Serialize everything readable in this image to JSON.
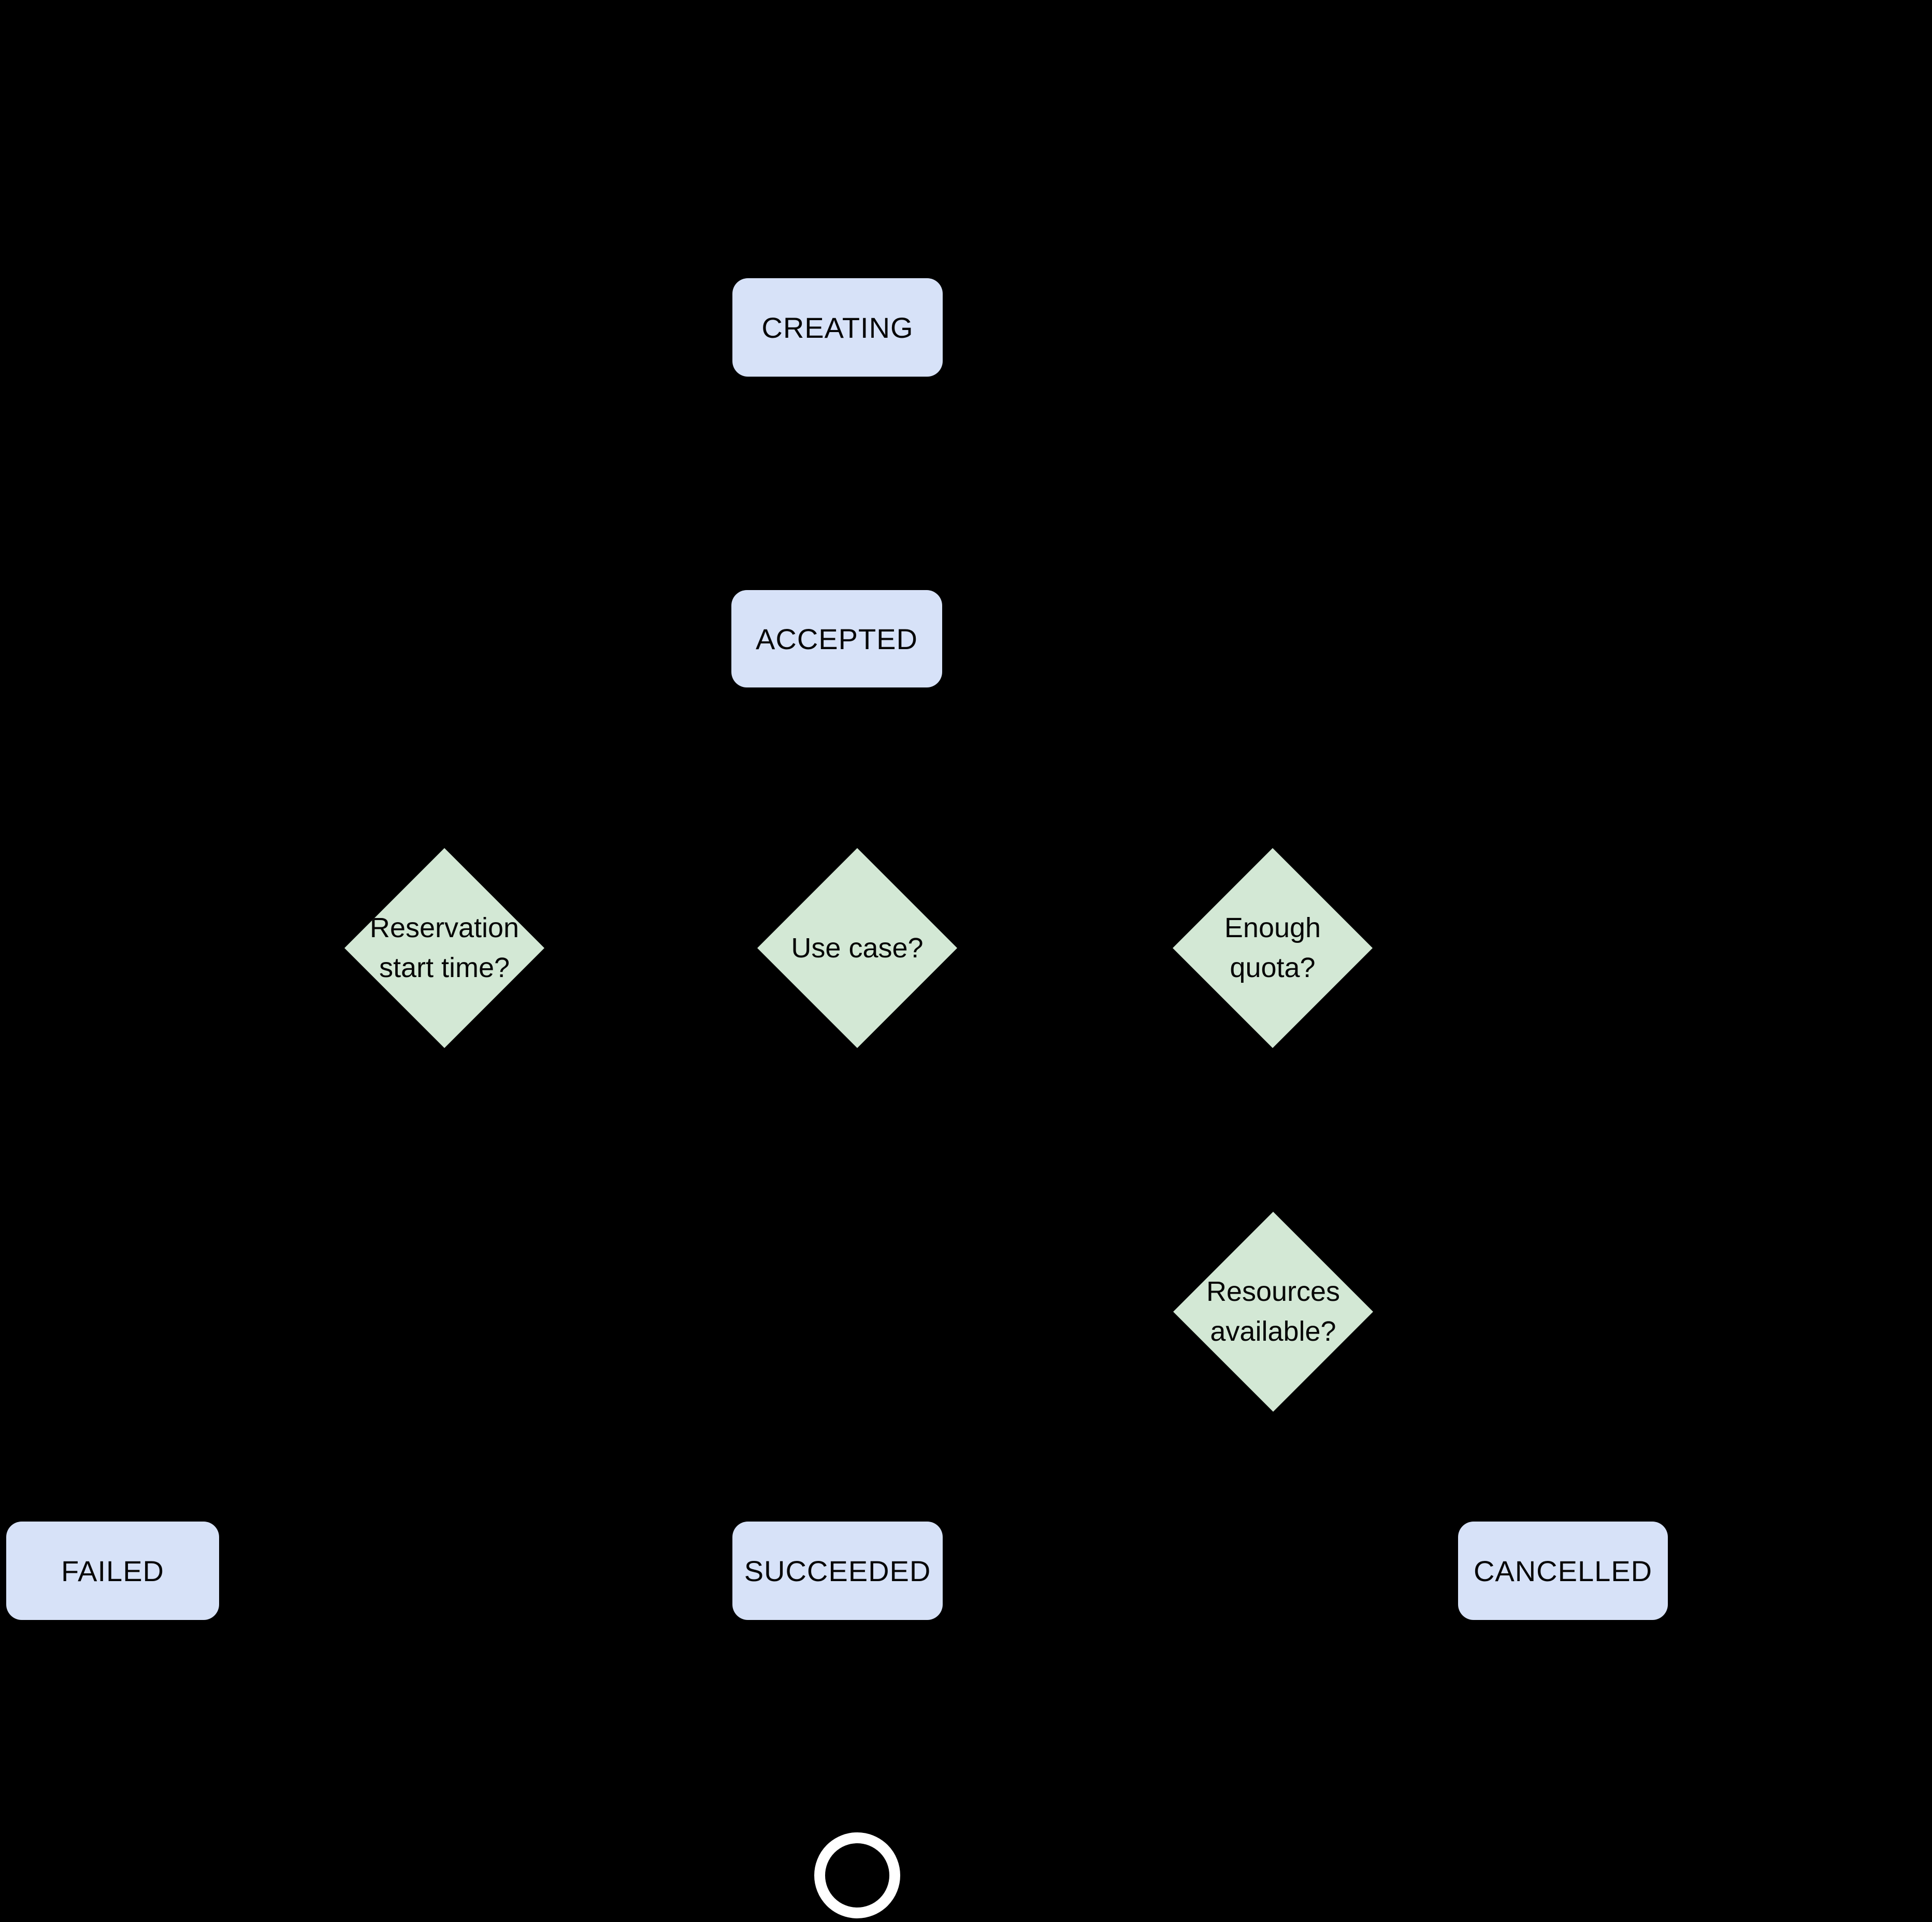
{
  "diagram": {
    "background_color": "#000000",
    "state_fill_color": "#d7e2f8",
    "decision_fill_color": "#d3e8d5",
    "text_color": "#060606",
    "end_marker_color": "#ffffff",
    "states": [
      {
        "id": "creating",
        "label": "CREATING"
      },
      {
        "id": "accepted",
        "label": "ACCEPTED"
      },
      {
        "id": "failed",
        "label": "FAILED"
      },
      {
        "id": "succeeded",
        "label": "SUCCEEDED"
      },
      {
        "id": "cancelled",
        "label": "CANCELLED"
      }
    ],
    "decisions": [
      {
        "id": "reservation-start-time",
        "lines": [
          "Reservation",
          "start time?"
        ]
      },
      {
        "id": "use-case",
        "lines": [
          "Use case?"
        ]
      },
      {
        "id": "enough-quota",
        "lines": [
          "Enough",
          "quota?"
        ]
      },
      {
        "id": "resources-available",
        "lines": [
          "Resources",
          "available?"
        ]
      }
    ]
  }
}
